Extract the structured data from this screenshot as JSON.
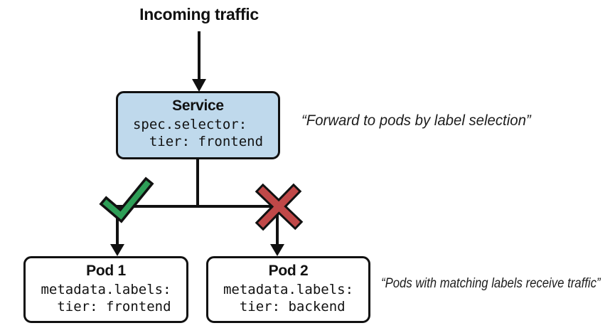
{
  "title": "Incoming traffic",
  "service": {
    "heading": "Service",
    "code": "spec.selector:\n  tier: frontend"
  },
  "pods": [
    {
      "heading": "Pod 1",
      "code": "metadata.labels:\n  tier: frontend",
      "match": true
    },
    {
      "heading": "Pod 2",
      "code": "metadata.labels:\n  tier: backend",
      "match": false
    }
  ],
  "annotations": {
    "service": "“Forward to pods by label selection”",
    "pods": "“Pods with matching labels receive traffic”"
  },
  "icons": {
    "match": "check-icon",
    "no_match": "cross-icon"
  },
  "colors": {
    "background": "#ffffff",
    "text": "#111111",
    "line": "#111111",
    "box_border": "#111111",
    "service_fill": "#bfd9ec",
    "pod_fill": "#ffffff",
    "check_green": "#2e9e57",
    "cross_red": "#c04848"
  }
}
